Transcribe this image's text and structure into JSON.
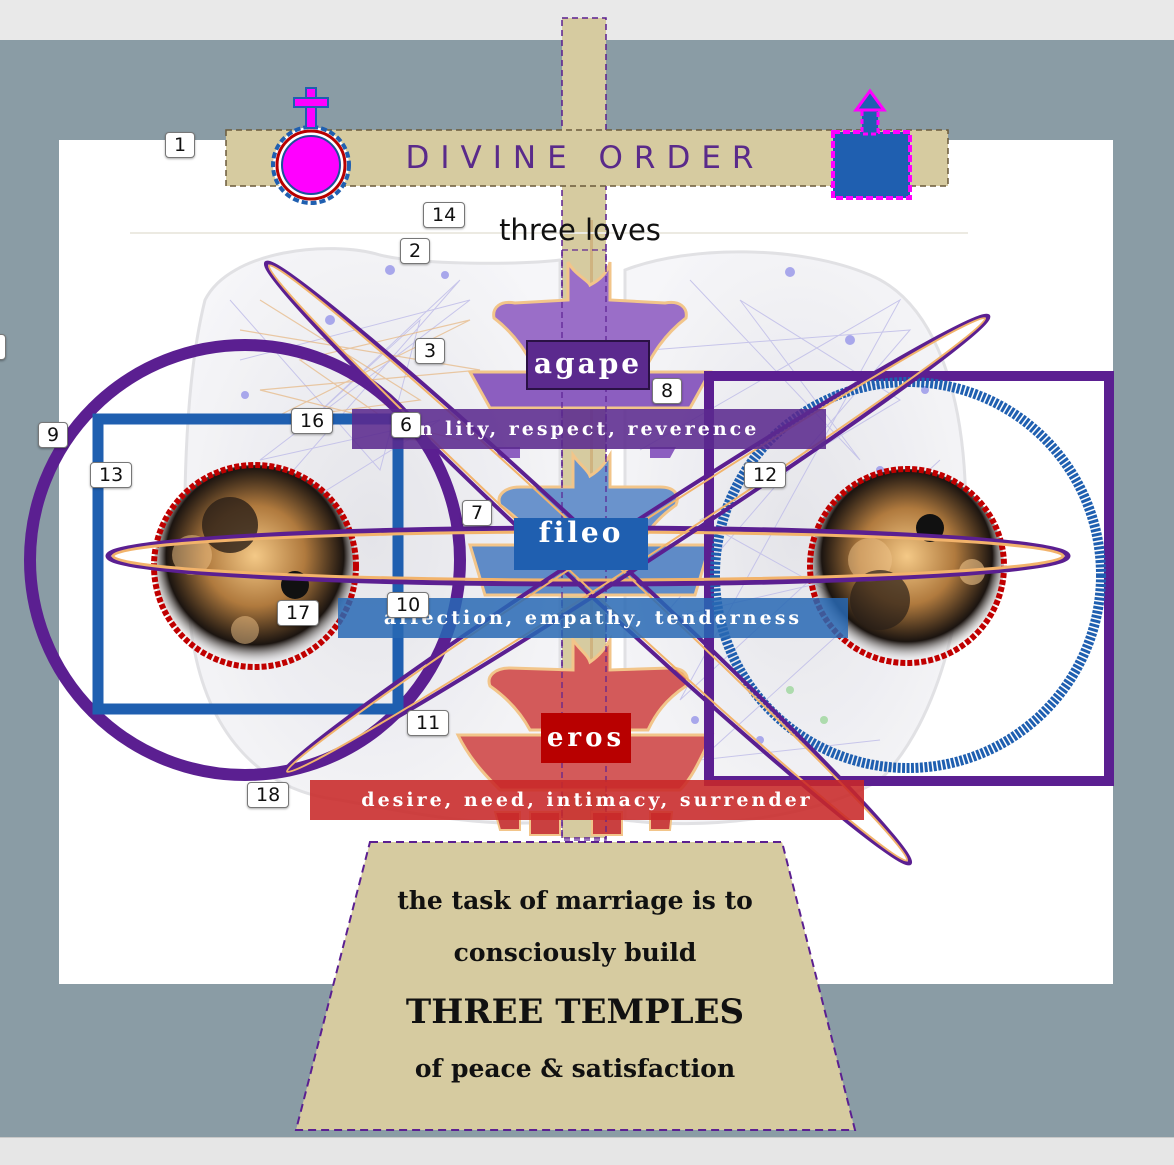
{
  "header": {
    "title": "DIVINE ORDER"
  },
  "subtitle": "three loves",
  "loves": [
    {
      "name": "agape",
      "qualities": "n lity, respect, reverence",
      "color": "#5b2a8e"
    },
    {
      "name": "fileo",
      "qualities": "affection, empathy, tenderness",
      "color": "#1f5fb0"
    },
    {
      "name": "eros",
      "qualities": "desire, need, intimacy, surrender",
      "color": "#b41217"
    }
  ],
  "pedestal": {
    "line1": "the task of marriage is to",
    "line2": "consciously build",
    "line3": "THREE TEMPLES",
    "line4": "of peace & satisfaction"
  },
  "markers": [
    "1",
    "14",
    "2",
    "3",
    "8",
    "16",
    "6",
    "9",
    "13",
    "12",
    "7",
    "17",
    "10",
    "11",
    "18"
  ],
  "colors": {
    "stage": "#8a9ca5",
    "beige": "#d6cba0",
    "purple": "#5b1f91",
    "blue": "#1f5fb0",
    "red": "#c00000",
    "magenta": "#ff00ff"
  },
  "icons": [
    "venus-symbol-icon",
    "mars-symbol-icon",
    "yin-yang-left-icon",
    "yin-yang-right-icon",
    "brain-background-icon",
    "pagoda-agape-icon",
    "pagoda-fileo-icon",
    "pagoda-eros-icon"
  ]
}
